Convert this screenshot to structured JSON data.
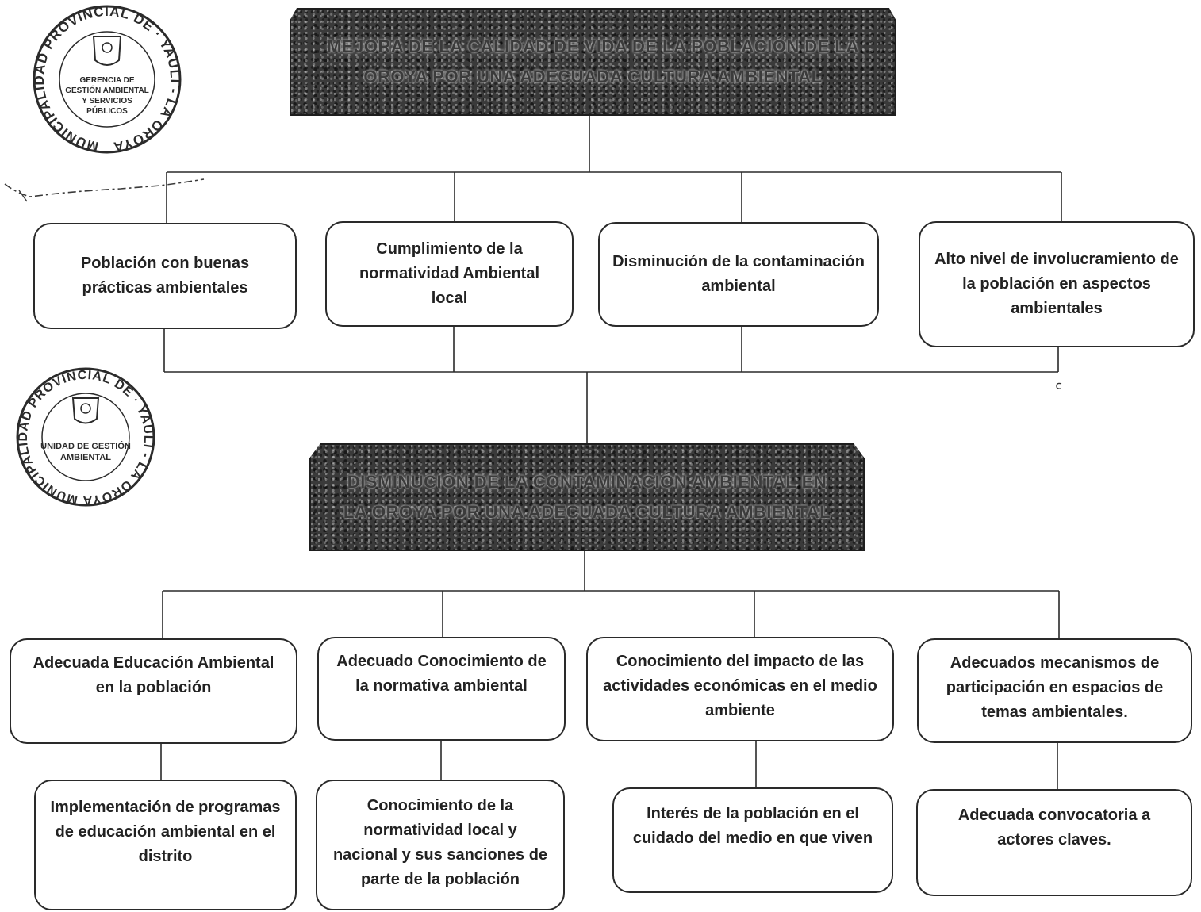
{
  "top_banner": {
    "text": "MEJORA DE LA CALIDAD DE VIDA DE LA POBLACIÓN DE LA OROYA POR UNA ADECUADA CULTURA AMBIENTAL"
  },
  "ends": [
    "Población con buenas prácticas ambientales",
    "Cumplimiento de la normatividad Ambiental local",
    "Disminución de la contaminación ambiental",
    "Alto nivel de involucramiento de la población en aspectos ambientales"
  ],
  "mid_banner": {
    "text": "DISMINUCIÓN DE LA CONTAMINACIÓN AMBIENTAL EN LA OROYA POR UNA ADECUADA CULTURA AMBIENTAL"
  },
  "means": [
    "Adecuada Educación Ambiental en la población",
    "Adecuado Conocimiento de la normativa ambiental",
    "Conocimiento del impacto de las actividades económicas en el medio ambiente",
    "Adecuados mecanismos de participación en espacios de temas ambientales."
  ],
  "sub_means": [
    "Implementación de programas de educación ambiental en el distrito",
    "Conocimiento de la normatividad local y nacional y sus sanciones de parte de la población",
    "Interés de la población en el cuidado del medio en que viven",
    "Adecuada convocatoria a actores claves."
  ],
  "seals": {
    "top": {
      "ring_text": "MUNICIPALIDAD PROVINCIAL DE YAULI - LA OROYA",
      "inner_text": "GERENCIA DE GESTIÓN AMBIENTAL Y SERVICIOS PÚBLICOS"
    },
    "middle": {
      "ring_text": "MUNICIPALIDAD PROVINCIAL DE YAULI - LA OROYA",
      "inner_text": "UNIDAD DE GESTIÓN AMBIENTAL"
    }
  },
  "colors": {
    "line": "#2a2a2a",
    "banner_fill": "#3a3a3a",
    "seal_ink": "#2b2b2b"
  }
}
